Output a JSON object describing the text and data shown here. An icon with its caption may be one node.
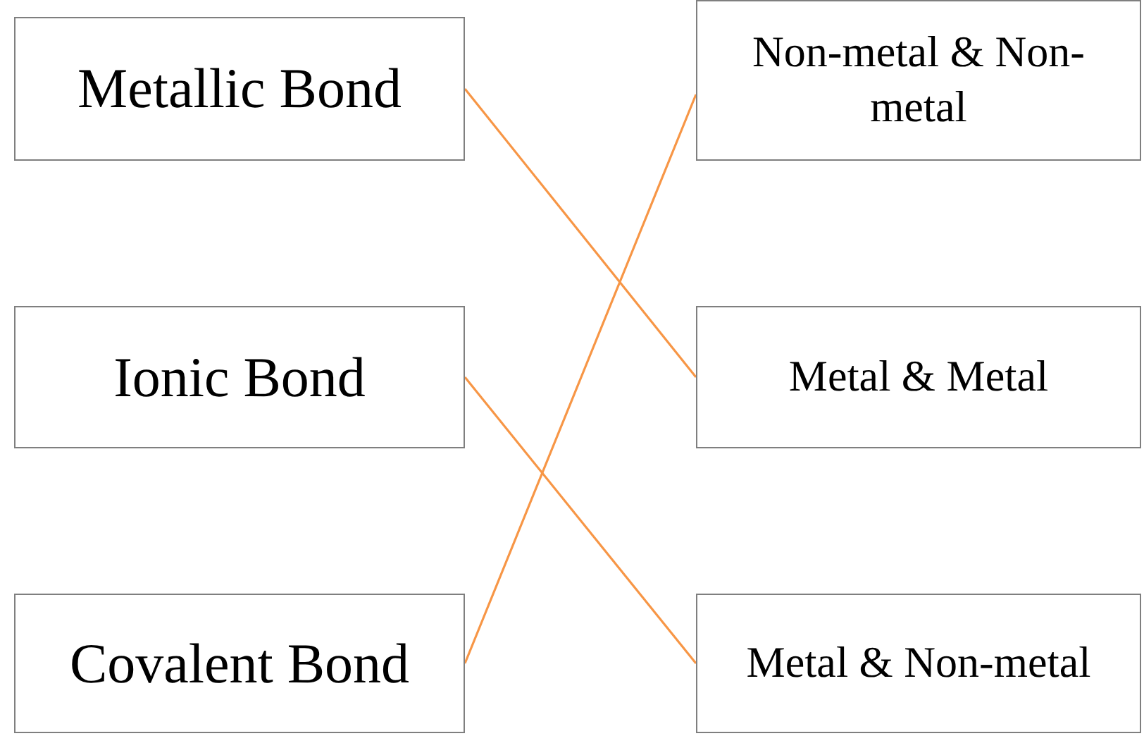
{
  "diagram": {
    "nodes": [
      {
        "text": [
          "Metallic Bond"
        ]
      },
      {
        "text": [
          "Non-metal & Non-metal"
        ]
      },
      {
        "text": [
          "Ionic Bond"
        ]
      },
      {
        "text": [
          "Metal & Metal"
        ]
      },
      {
        "text": [
          "Covalent Bond"
        ]
      },
      {
        "text": [
          "Metal & Non-metal"
        ]
      }
    ],
    "edges": [
      {
        "from": 0,
        "to": 3,
        "arrow": "none"
      },
      {
        "from": 2,
        "to": 5,
        "arrow": "none"
      },
      {
        "from": 4,
        "to": 1,
        "arrow": "none"
      }
    ]
  }
}
